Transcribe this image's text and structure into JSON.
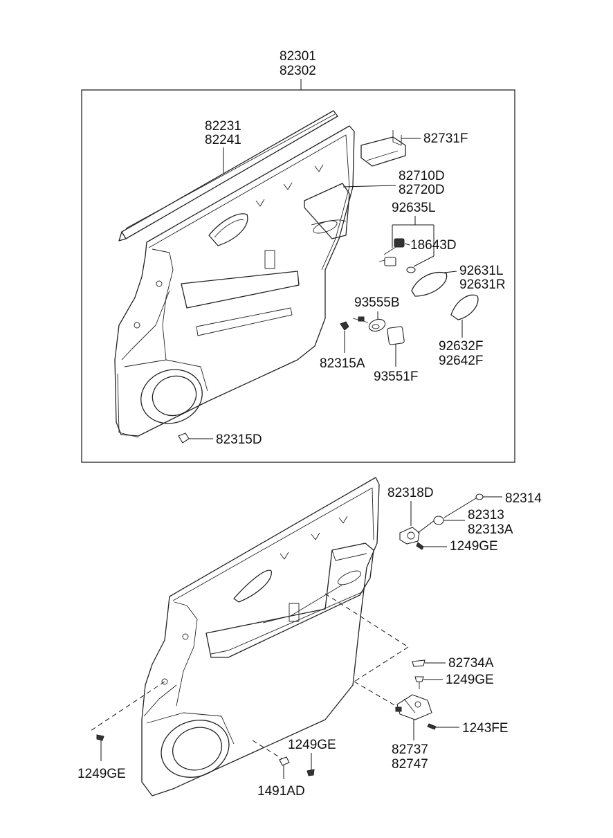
{
  "diagram": {
    "labels": {
      "assembly_line1": "82301",
      "assembly_line2": "82302",
      "trim_strip_line1": "82231",
      "trim_strip_line2": "82241",
      "cover": "82731F",
      "armrest_line1": "82710D",
      "armrest_line2": "82720D",
      "wiring": "92635L",
      "socket": "18643D",
      "lamp_line1": "92631L",
      "lamp_line2": "92631R",
      "switch_assy": "93555B",
      "clip_a": "82315A",
      "switch_cover": "93551F",
      "lens_line1": "92632F",
      "lens_line2": "92642F",
      "clip_d": "82315D",
      "bracket": "82318D",
      "nut": "82314",
      "grommet_line1": "82313",
      "grommet_line2": "82313A",
      "screw_top": "1249GE",
      "cap": "82734A",
      "screw_mid": "1249GE",
      "screw_right": "1243FE",
      "handle_line1": "82737",
      "handle_line2": "82747",
      "screw_bottom": "1249GE",
      "screw_left": "1249GE",
      "fastener": "1491AD"
    },
    "icons": [
      "door-trim-panel",
      "trim-strip",
      "cover",
      "switch",
      "lamp",
      "lens",
      "clip",
      "screw",
      "bracket"
    ]
  }
}
